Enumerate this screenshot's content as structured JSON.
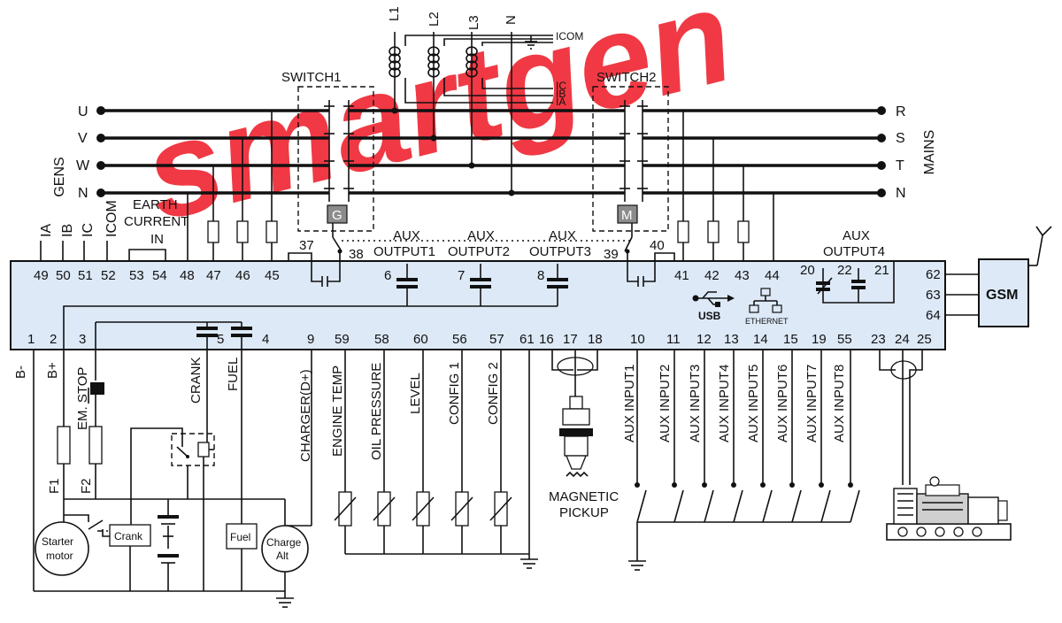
{
  "watermark": "smartgen",
  "colors": {
    "controller_fill": "#dde9f7",
    "watermark": "#ef1e2b"
  },
  "gens": {
    "title": "GENS",
    "lines": [
      "U",
      "V",
      "W",
      "N"
    ]
  },
  "mains": {
    "title": "MAINS",
    "lines": [
      "R",
      "S",
      "T",
      "N"
    ]
  },
  "ct": {
    "phases": [
      "L1",
      "L2",
      "L3",
      "N"
    ],
    "outputs": [
      "ICOM",
      "IC",
      "IB",
      "IA"
    ]
  },
  "switch1": {
    "title": "SWITCH1",
    "box": "G"
  },
  "switch2": {
    "title": "SWITCH2",
    "box": "M"
  },
  "left_inputs": {
    "labels": [
      "IA",
      "IB",
      "IC",
      "ICOM"
    ],
    "earth_current": [
      "EARTH",
      "CURRENT",
      "IN"
    ]
  },
  "aux_outputs": {
    "out1": [
      "AUX",
      "OUTPUT1"
    ],
    "out2": [
      "AUX",
      "OUTPUT2"
    ],
    "out3": [
      "AUX",
      "OUTPUT3"
    ],
    "out4": [
      "AUX",
      "OUTPUT4"
    ]
  },
  "terminals_top": [
    "49",
    "50",
    "51",
    "52",
    "53",
    "54",
    "48",
    "47",
    "46",
    "45",
    "37",
    "38",
    "6",
    "7",
    "8",
    "39",
    "40",
    "41",
    "42",
    "43",
    "44",
    "20",
    "22",
    "21"
  ],
  "terminals_right": [
    "62",
    "63",
    "64"
  ],
  "terminals_bottom": [
    "1",
    "2",
    "3",
    "5",
    "4",
    "9",
    "59",
    "58",
    "60",
    "56",
    "57",
    "61",
    "16",
    "17",
    "18",
    "10",
    "11",
    "12",
    "13",
    "14",
    "15",
    "19",
    "55",
    "23",
    "24",
    "25"
  ],
  "comm": {
    "usb": "USB",
    "ethernet": "ETHERNET",
    "gsm": "GSM"
  },
  "bottom_labels": {
    "b_minus": "B-",
    "b_plus": "B+",
    "em_stop": "EM. STOP",
    "crank": "CRANK",
    "fuel": "FUEL",
    "charger": "CHARGER(D+)",
    "f1": "F1",
    "f2": "F2"
  },
  "sensors": [
    "ENGINE TEMP",
    "OIL PRESSURE",
    "LEVEL",
    "CONFIG 1",
    "CONFIG 2"
  ],
  "pickup": [
    "MAGNETIC",
    "PICKUP"
  ],
  "aux_inputs": [
    "AUX INPUT1",
    "AUX INPUT2",
    "AUX INPUT3",
    "AUX INPUT4",
    "AUX INPUT5",
    "AUX INPUT6",
    "AUX INPUT7",
    "AUX INPUT8"
  ],
  "components": {
    "starter": [
      "Starter",
      "motor"
    ],
    "crank_relay": "Crank",
    "fuel_relay": "Fuel",
    "charge_alt": [
      "Charge",
      "Alt"
    ]
  }
}
